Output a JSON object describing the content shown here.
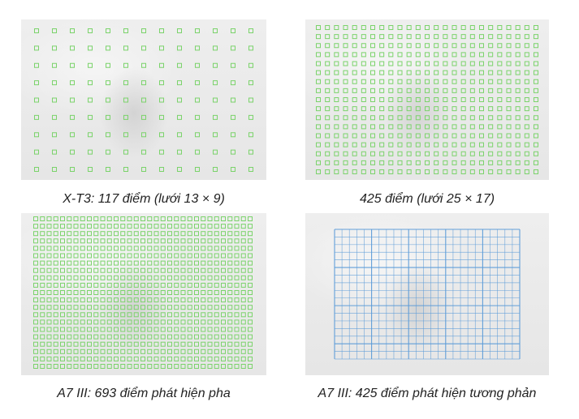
{
  "colors": {
    "phase_point": "#7bd36b",
    "contrast_line": "#5b9bd8",
    "panel_bg": "#ececec"
  },
  "panels": [
    {
      "caption": "X-T3: 117 điểm (lưới 13 × 9)",
      "kind": "points",
      "cols": 13,
      "rows": 9
    },
    {
      "caption": "425 điểm (lưới 25 × 17)",
      "kind": "points",
      "cols": 25,
      "rows": 17
    },
    {
      "caption": "A7 III: 693 điểm phát hiện pha",
      "kind": "points",
      "cols": 33,
      "rows": 21
    },
    {
      "caption": "A7 III: 425 điểm phát hiện tương phản",
      "kind": "grid",
      "cols": 25,
      "rows": 17,
      "major_every": 5
    }
  ]
}
